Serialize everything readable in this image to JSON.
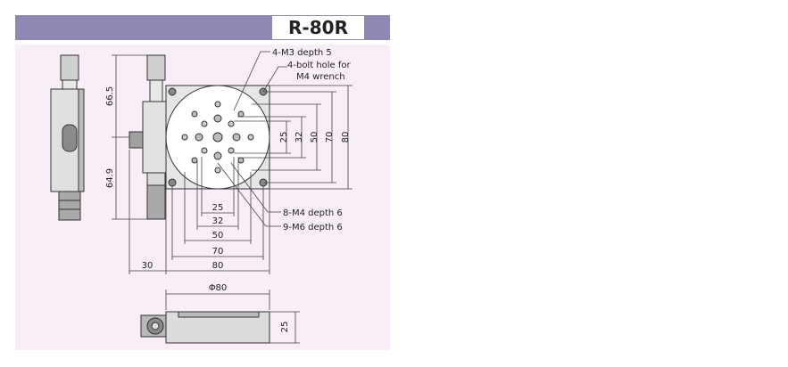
{
  "title": "R-80R",
  "colors": {
    "header": "#8f88b3",
    "panel": "#f8eef8",
    "line": "#333333",
    "body": "#cfcfcf"
  },
  "dims": {
    "h_66_5": "66.5",
    "h_64_9": "64.9",
    "d25": "25",
    "d32": "32",
    "d50": "50",
    "d70": "70",
    "d80": "80",
    "d30": "30",
    "phi80": "Φ80",
    "v25": "25"
  },
  "callouts": {
    "m3": "4-M3 depth 5",
    "bolt_line1": "4-bolt hole for",
    "bolt_line2": "M4 wrench",
    "m4": "8-M4 depth 6",
    "m6": "9-M6 depth 6"
  }
}
